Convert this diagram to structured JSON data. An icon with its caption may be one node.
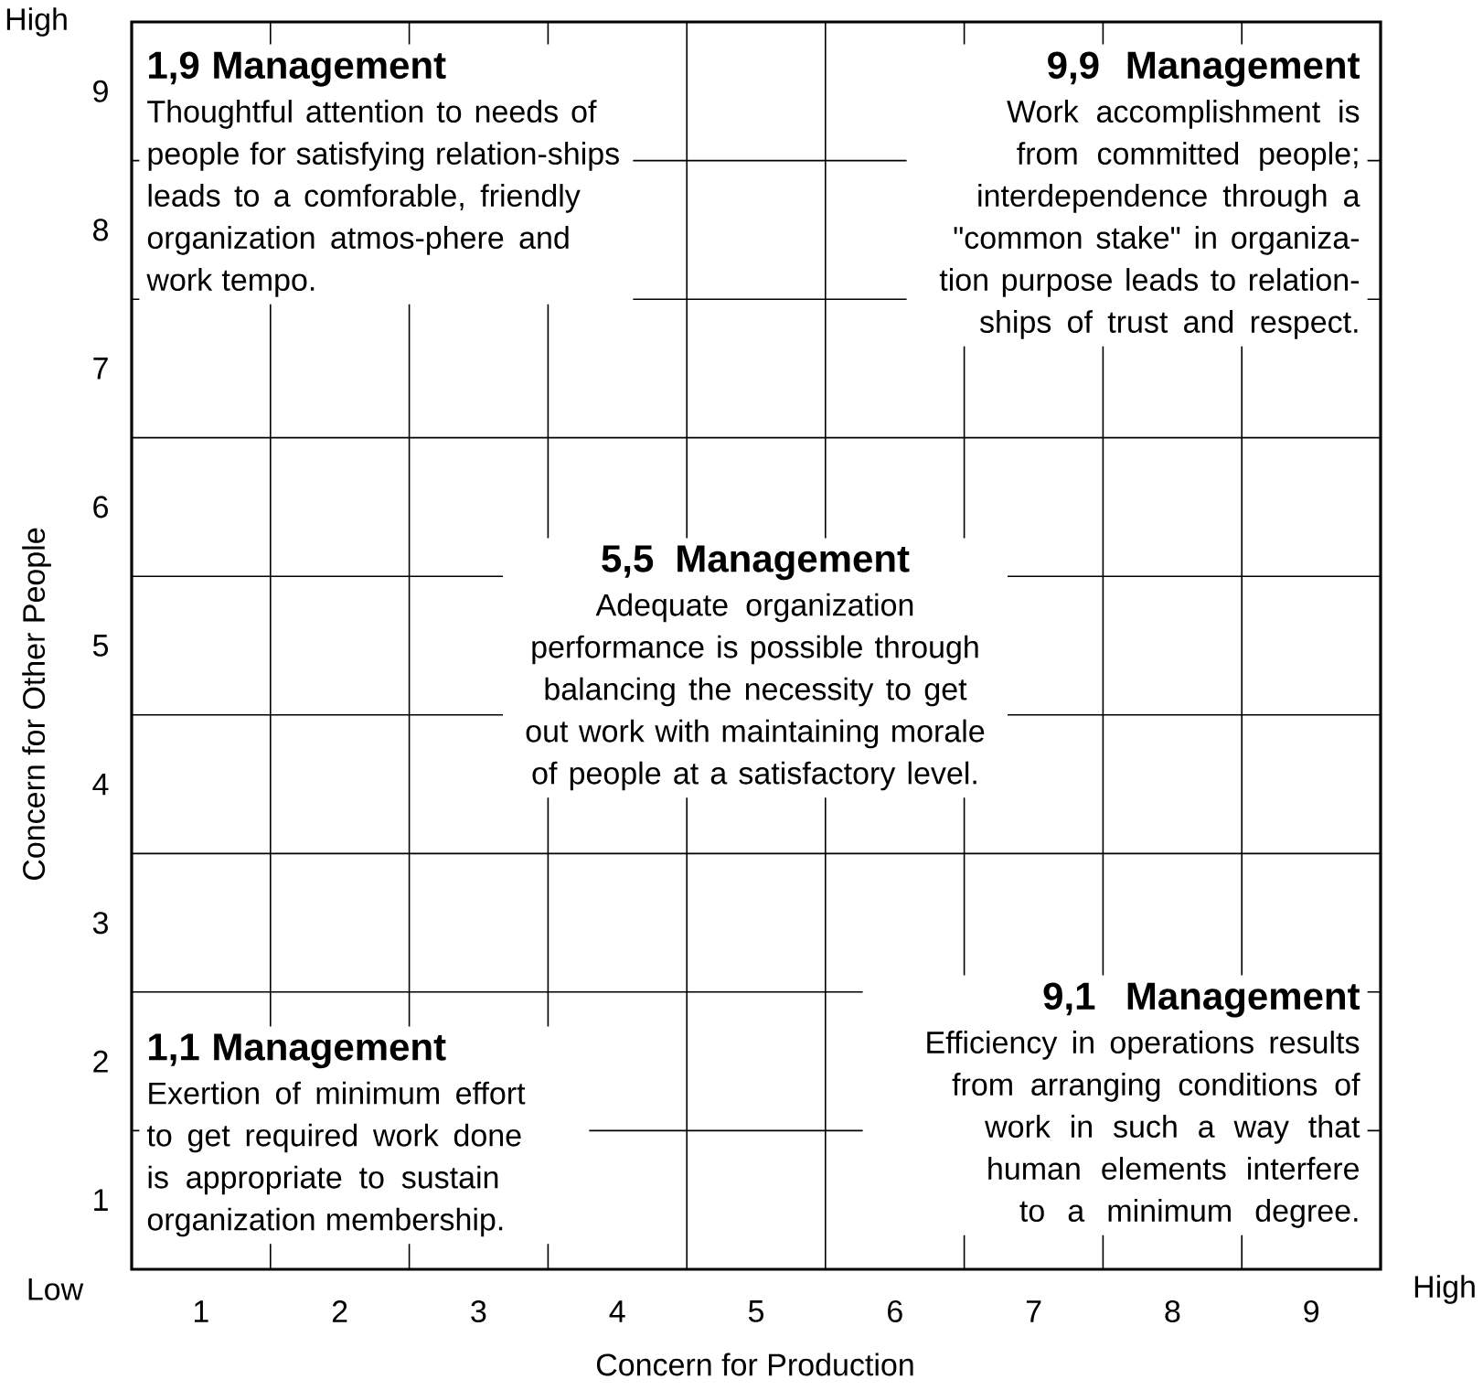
{
  "diagram": {
    "nodes": [
      {
        "text": [
          "1,9 Management",
          "Thoughtful attention to needs of people for satisfying relation-ships leads to a comforable, friendly organization atmos-phere and work tempo."
        ]
      },
      {
        "text": [
          "9,9 Management",
          "Work accomplishment is from committed people; interdependence through a \"common stake\" in organiza-tion purpose leads to relation-ships of trust and respect."
        ]
      },
      {
        "text": [
          "5,5 Management",
          "Adequate organization performance is possible through balancing the necessity to get out work with maintaining morale of people at a satisfactory level."
        ]
      },
      {
        "text": [
          "1,1 Management",
          "Exertion of minimum effort to get required work done is appropriate to sustain organization membership."
        ]
      },
      {
        "text": [
          "9,1 Management",
          "Efficiency in operations results from arranging conditions of work in such a way that human elements interfere to a minimum degree."
        ]
      }
    ],
    "labels": [
      "High",
      "9",
      "8",
      "7",
      "6",
      "5",
      "4",
      "3",
      "2",
      "1",
      "Low",
      "1",
      "2",
      "3",
      "4",
      "5",
      "6",
      "7",
      "8",
      "9",
      "High",
      "Concern for Production",
      "Concern for Other People"
    ]
  }
}
